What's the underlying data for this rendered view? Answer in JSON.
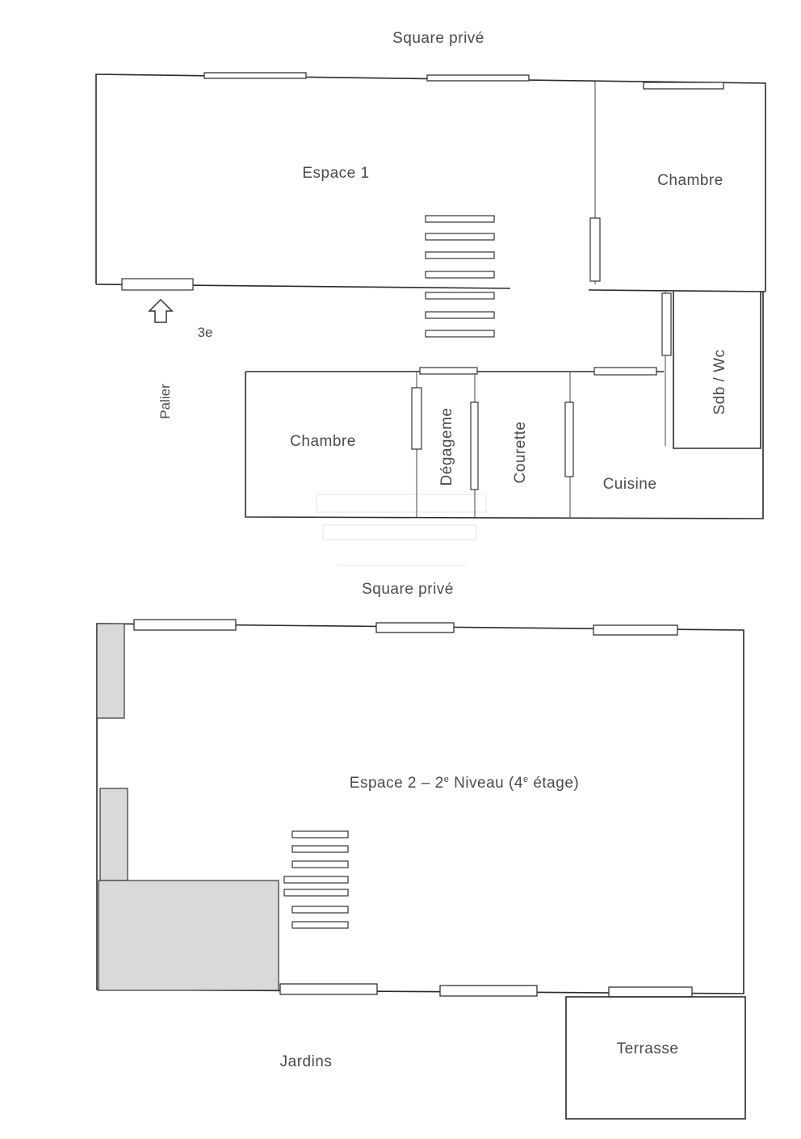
{
  "labels": {
    "square_top": "Square privé",
    "espace1": "Espace 1",
    "chambre_top": "Chambre",
    "level_3e": "3e",
    "palier": "Palier",
    "chambre_left": "Chambre",
    "degagement": "Dégageme",
    "courette": "Courette",
    "cuisine": "Cuisine",
    "sdb_wc": "Sdb / Wc",
    "square_middle": "Square privé",
    "espace2_prefix": "Espace 2 – 2",
    "espace2_sup1": "e",
    "espace2_mid": " Niveau (4",
    "espace2_sup2": "e",
    "espace2_suffix": " étage)",
    "jardins": "Jardins",
    "terrasse": "Terrasse"
  },
  "colors": {
    "wall": "#2a2a2a",
    "text": "#4a4a4a",
    "fill_grey": "#d9d9d9"
  }
}
